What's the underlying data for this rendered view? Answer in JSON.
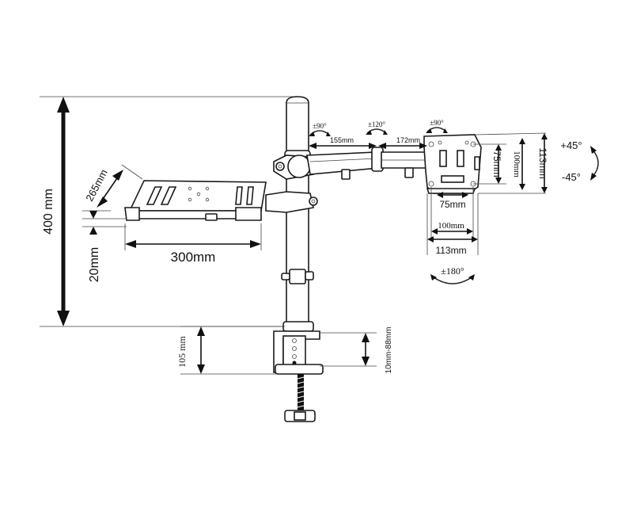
{
  "dimensions": {
    "height_total": "400 mm",
    "tray_depth": "265mm",
    "tray_lip": "20mm",
    "tray_width": "300mm",
    "arm_segment_1": "155mm",
    "arm_segment_2": "172mm",
    "clamp_height": "105 mm",
    "clamp_range": "10mm-88mm",
    "vesa_75_h": "75mm",
    "vesa_100_h": "100mm",
    "plate_113_h": "113mm",
    "vesa_75_w": "75mm",
    "vesa_100_w": "100mm",
    "plate_113_w": "113mm"
  },
  "rotations": {
    "pivot_1": "±90°",
    "pivot_2": "±120°",
    "pivot_3": "±90°",
    "tilt_up": "+45°",
    "tilt_down": "-45°",
    "swivel": "±180°"
  }
}
